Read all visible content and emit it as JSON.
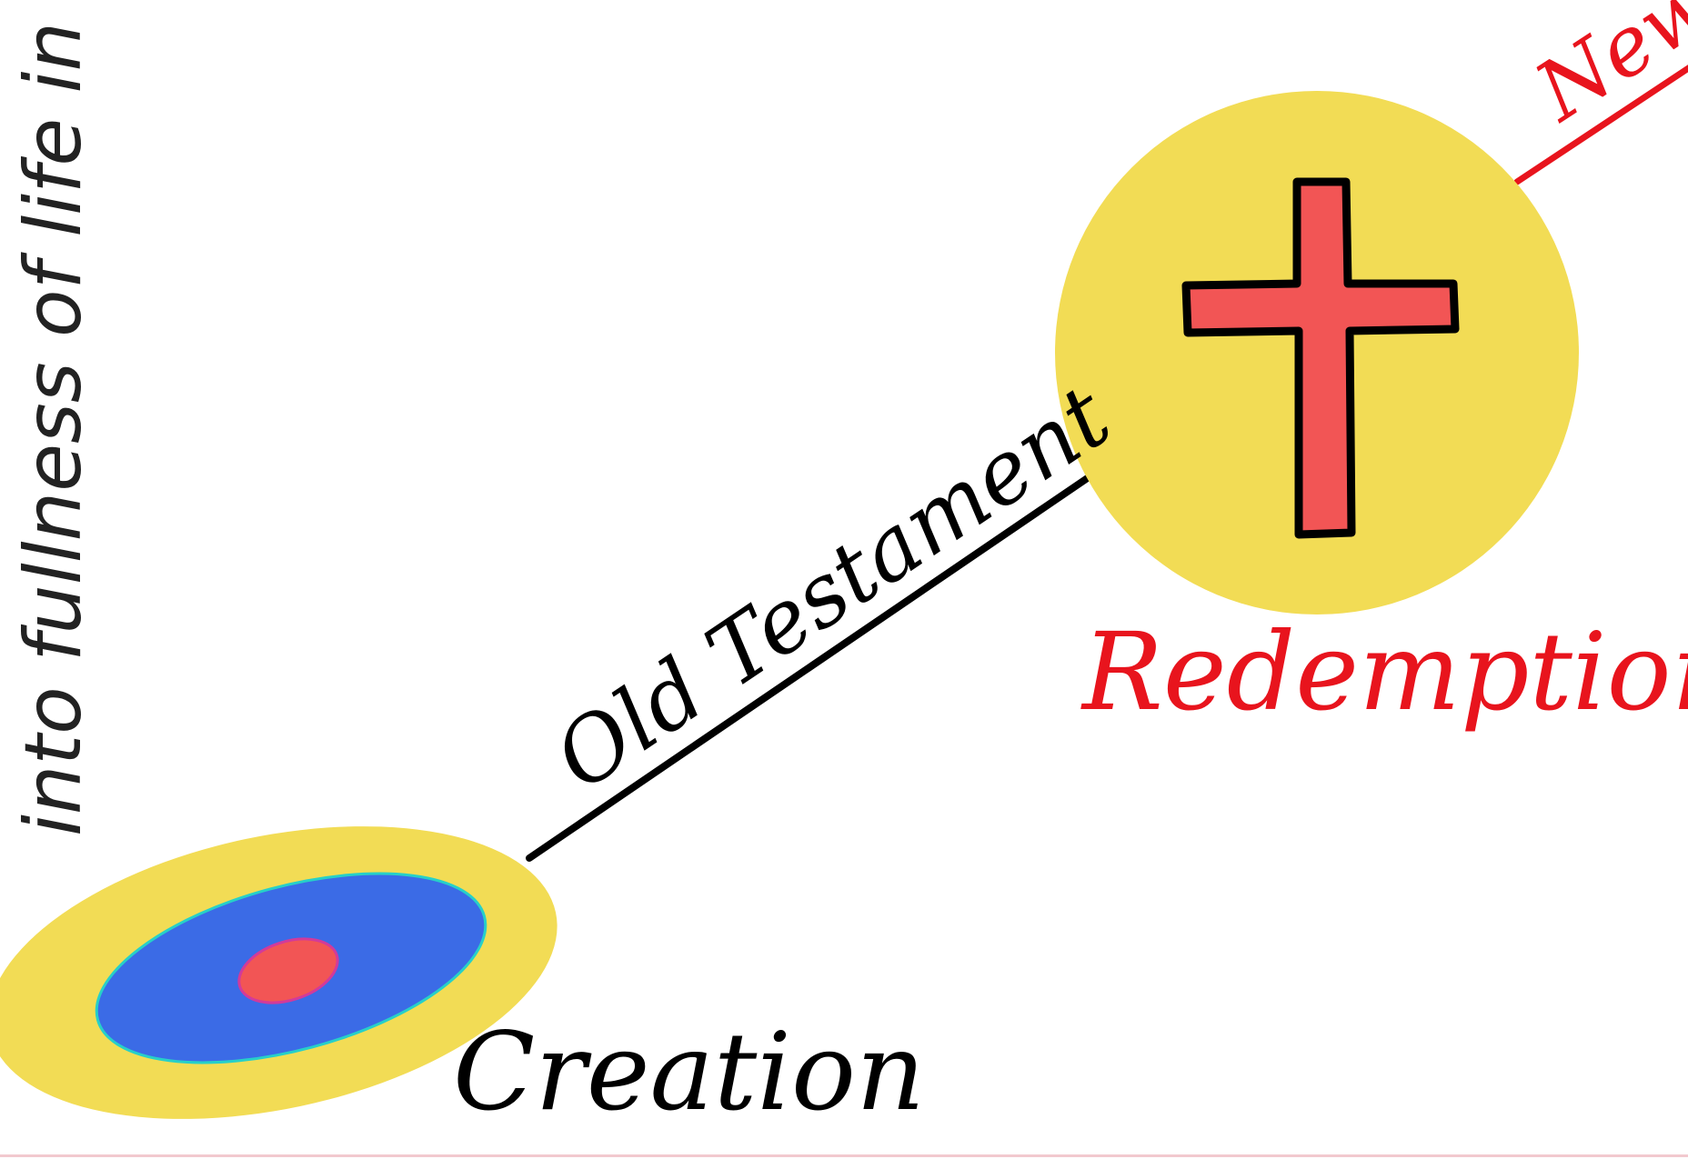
{
  "side_text": "into fullness of life in Go",
  "labels": {
    "old_testament": "Old Testament",
    "creation": "Creation",
    "redemption": "Redemption",
    "new": "New"
  },
  "colors": {
    "yellow": "#f2dc55",
    "blue": "#3b6be6",
    "red": "#f25555",
    "redemption_text": "#e8141d",
    "new_line": "#e8141d",
    "line": "#000000",
    "side_text": "#222222"
  }
}
